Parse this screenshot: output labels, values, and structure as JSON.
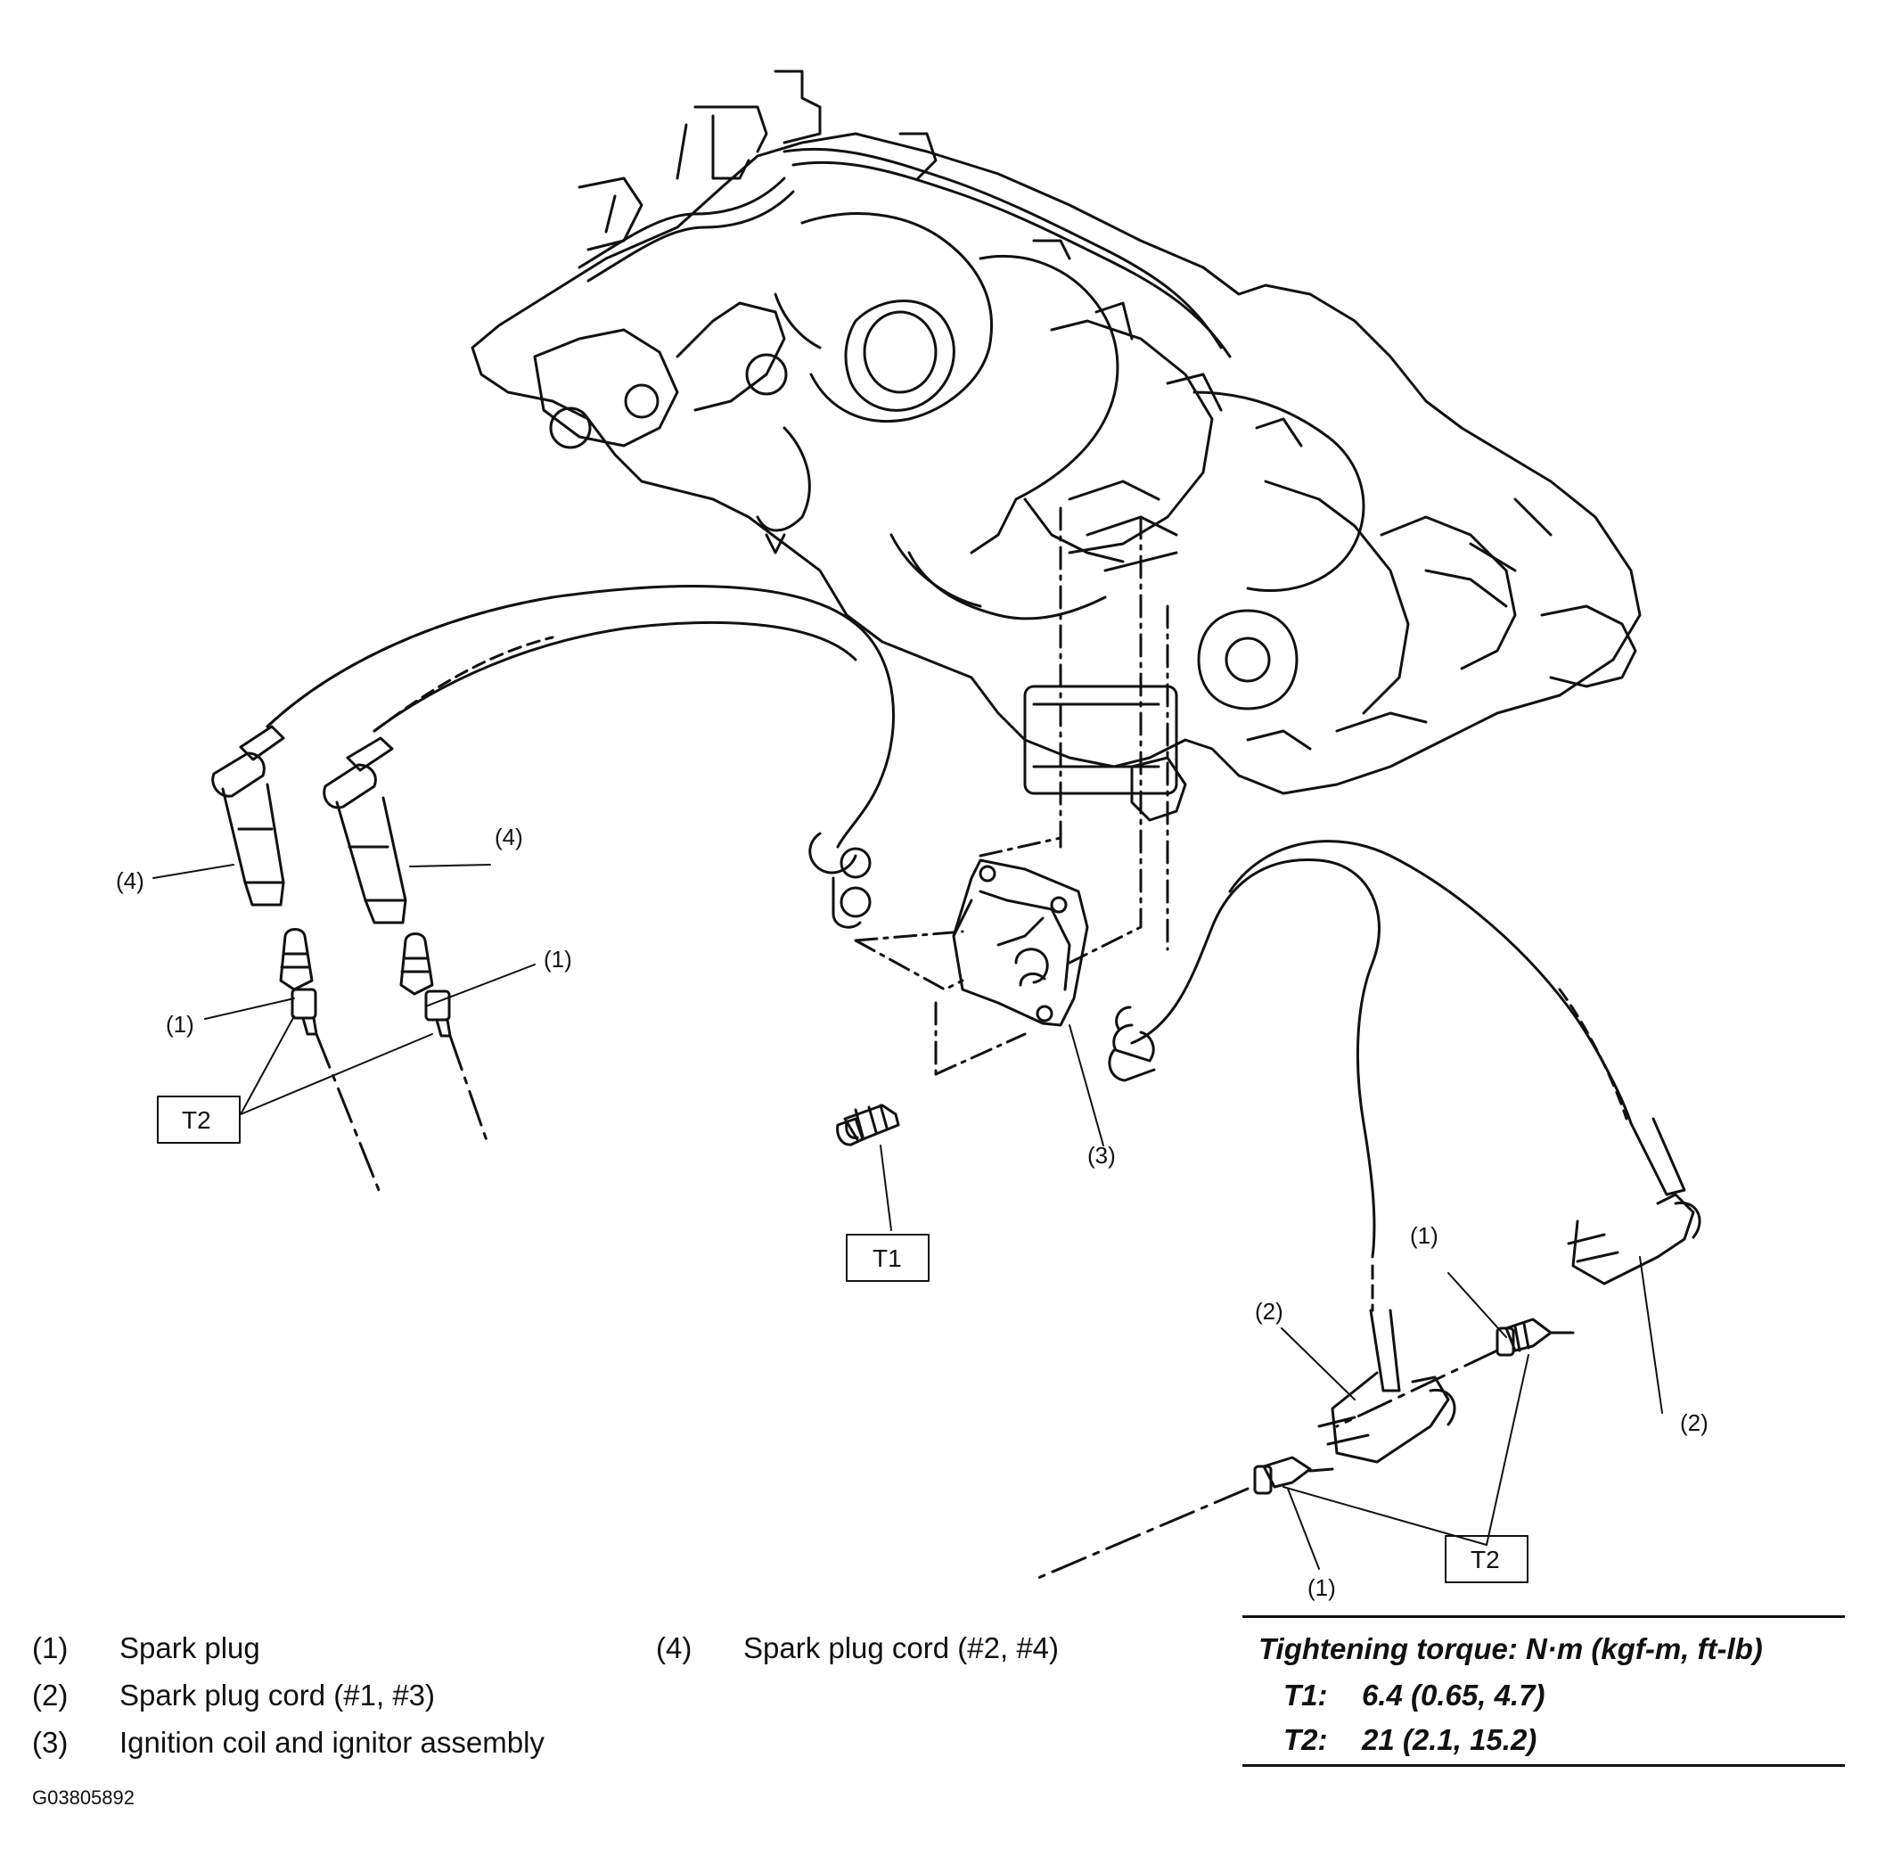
{
  "callouts": {
    "c1a": "(1)",
    "c1b": "(1)",
    "c1c": "(1)",
    "c1d": "(1)",
    "c2a": "(2)",
    "c2b": "(2)",
    "c3": "(3)",
    "c4a": "(4)",
    "c4b": "(4)"
  },
  "torque_boxes": {
    "t1": "T1",
    "t2_left": "T2",
    "t2_right": "T2"
  },
  "legend": [
    {
      "num": "(1)",
      "text": "Spark plug"
    },
    {
      "num": "(2)",
      "text": "Spark plug cord (#1, #3)"
    },
    {
      "num": "(3)",
      "text": "Ignition coil and ignitor assembly"
    },
    {
      "num": "(4)",
      "text": "Spark plug cord (#2, #4)"
    }
  ],
  "torque_table": {
    "title": "Tightening torque: N·m (kgf-m, ft-lb)",
    "rows": [
      {
        "key": "T1:",
        "value": "6.4 (0.65, 4.7)"
      },
      {
        "key": "T2:",
        "value": "21 (2.1, 15.2)"
      }
    ]
  },
  "figure_id": "G03805892"
}
